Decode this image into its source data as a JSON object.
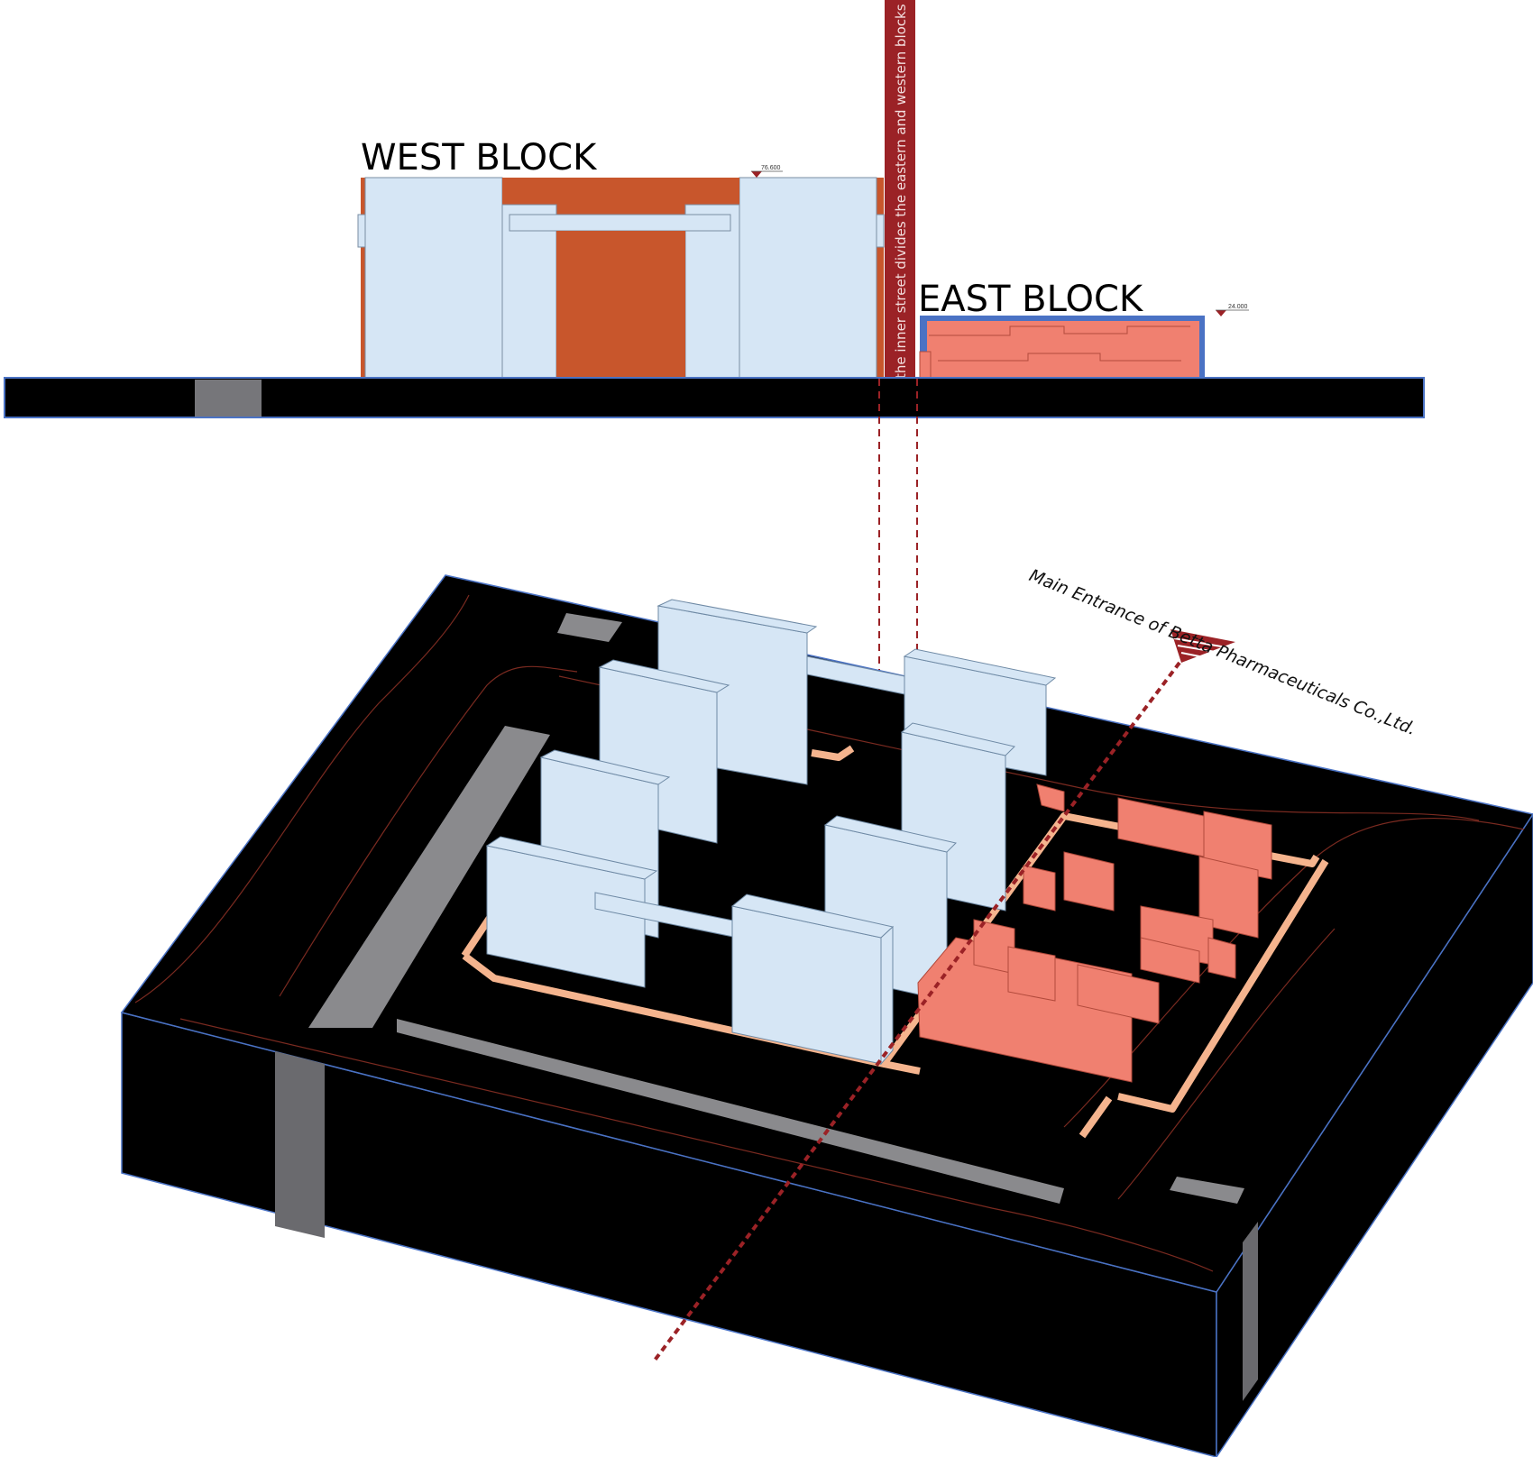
{
  "labels": {
    "west_block": "WEST BLOCK",
    "east_block": "EAST BLOCK",
    "west_level": "76.600",
    "east_level": "24.000",
    "inner_street": "the inner street divides the eastern and western blocks",
    "main_entrance": "Main Entrance of Betta Pharmaceuticals Co.,Ltd."
  },
  "colors": {
    "west_block": "#d6e6f5",
    "west_accent": "#c8562c",
    "east_block": "#f08070",
    "east_roof": "#4a72c4",
    "ground": "#000000",
    "road_gray": "#8a8a8d",
    "path": "#f5b48e",
    "street_divider": "#9b2226",
    "outline_blue": "#4a72c4"
  },
  "icons": {
    "entrance_marker": "triangle-flag-icon",
    "level_marker": "triangle-down-icon"
  }
}
